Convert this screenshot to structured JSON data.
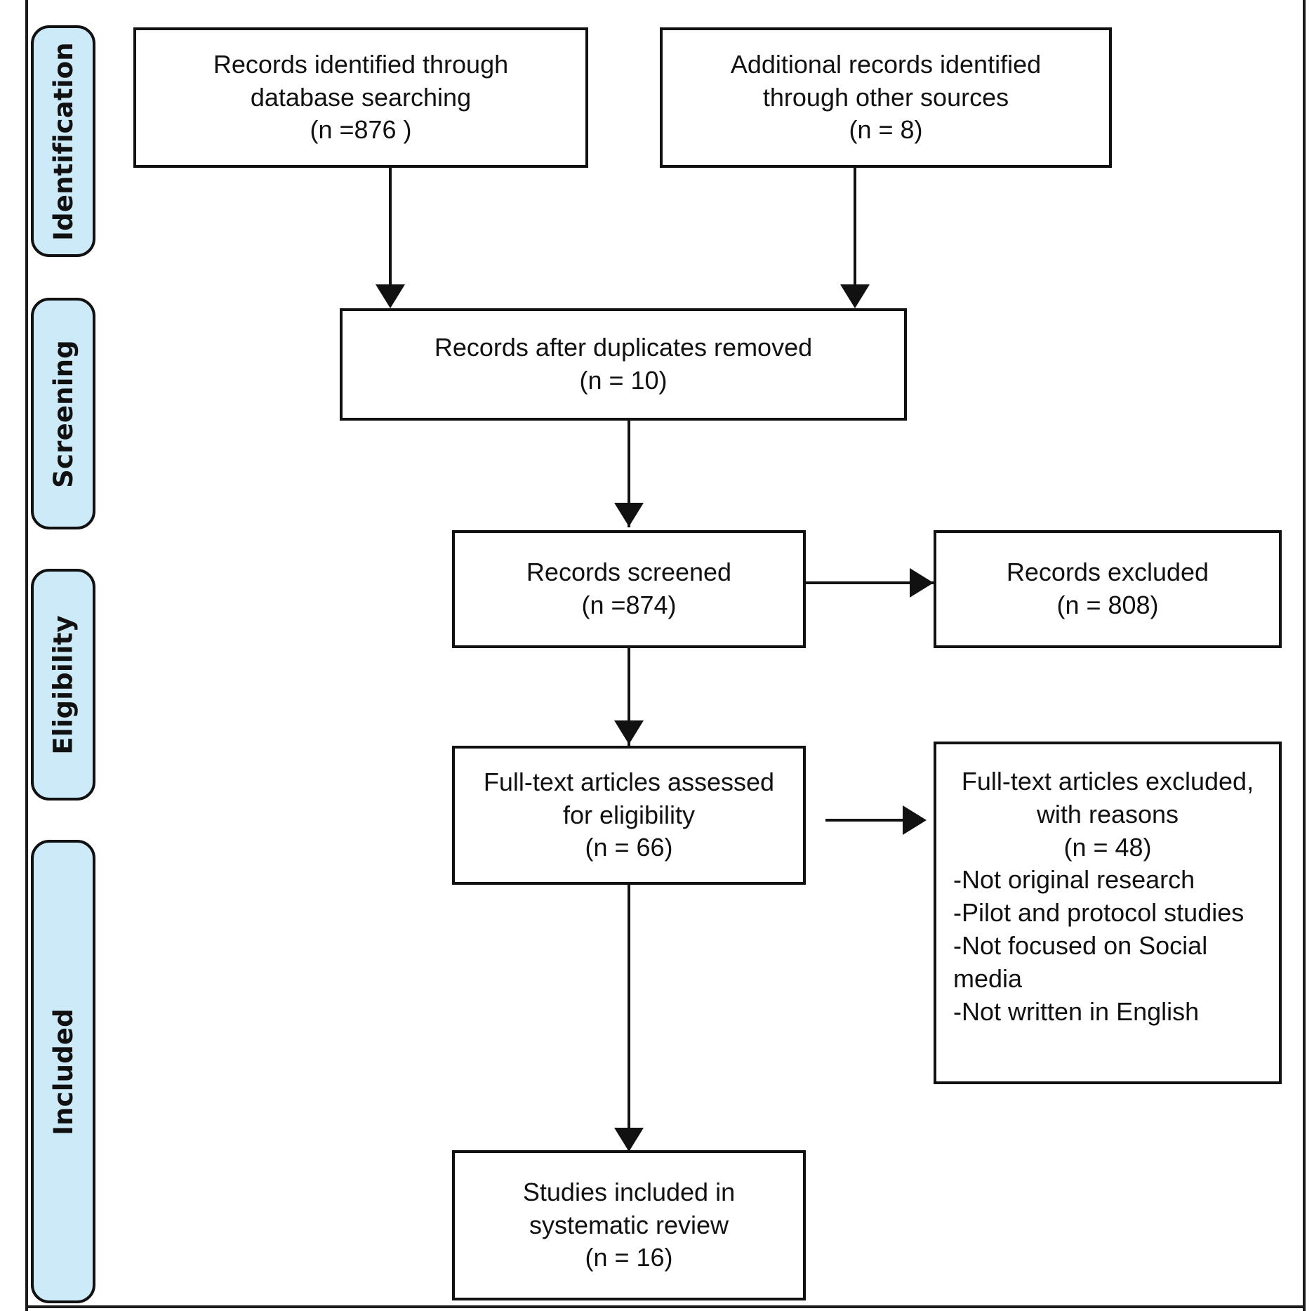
{
  "diagram": {
    "type": "prisma-flow-diagram",
    "title": "PRISMA flow diagram",
    "accent_color": "#cdeaf8",
    "line_color": "#111111",
    "background_color": "#ffffff"
  },
  "stages": [
    {
      "id": "identification",
      "label": "Identification"
    },
    {
      "id": "screening",
      "label": "Screening"
    },
    {
      "id": "eligibility",
      "label": "Eligibility"
    },
    {
      "id": "included",
      "label": "Included"
    }
  ],
  "boxes": {
    "database_search": {
      "lines": [
        "Records identified through",
        "database searching",
        "(n =876   )"
      ],
      "count": 876
    },
    "other_sources": {
      "lines": [
        "Additional records identified",
        "through other sources",
        "(n = 8)"
      ],
      "count": 8
    },
    "duplicates_removed": {
      "lines": [
        "Records after duplicates removed",
        "(n = 10)"
      ],
      "count": 10
    },
    "records_screened": {
      "lines": [
        "Records screened",
        "(n =874)"
      ],
      "count": 874
    },
    "records_excluded": {
      "lines": [
        "Records excluded",
        "(n = 808)"
      ],
      "count": 808
    },
    "fulltext_assessed": {
      "lines": [
        "Full-text articles assessed",
        "for eligibility",
        "(n = 66)"
      ],
      "count": 66
    },
    "fulltext_excluded": {
      "heading_lines": [
        "Full-text articles excluded,",
        "with reasons",
        "(n = 48)"
      ],
      "count": 48,
      "reasons": [
        "-Not original research",
        "-Pilot and protocol studies",
        "-Not focused on Social media",
        "-Not written in English"
      ]
    },
    "studies_included": {
      "lines": [
        "Studies included in",
        "systematic review",
        "(n = 16)"
      ],
      "count": 16
    }
  }
}
